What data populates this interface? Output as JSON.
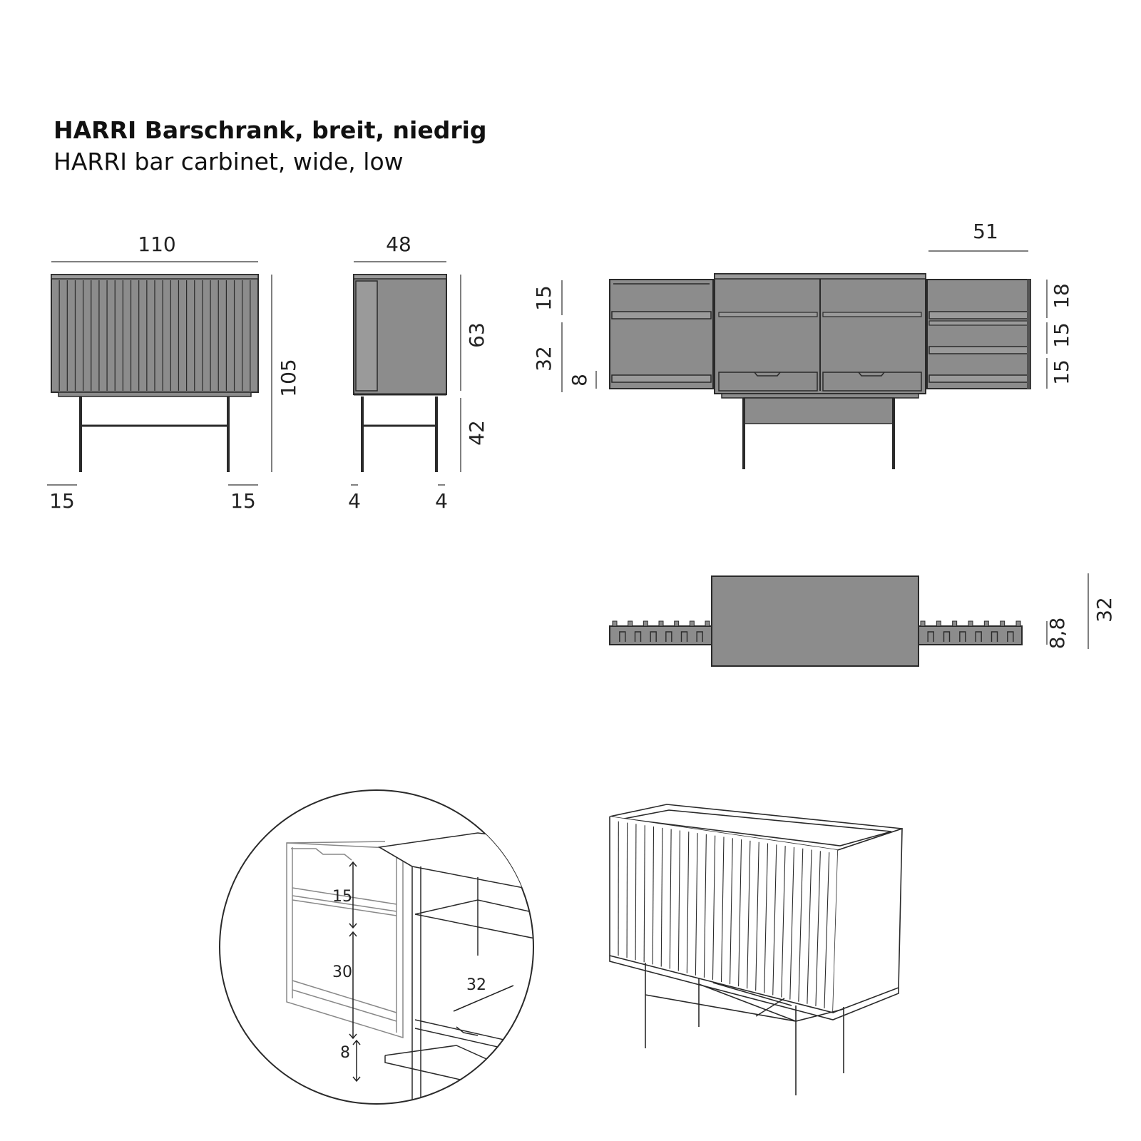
{
  "header": {
    "title": "HARRI Barschrank, breit, niedrig",
    "subtitle": "HARRI bar carbinet, wide, low"
  },
  "colors": {
    "fill": "#8c8c8c",
    "stroke": "#2a2a2a",
    "line": "#555555"
  },
  "front_view": {
    "width": "110",
    "height": "105",
    "leg_left": "15",
    "leg_right": "15"
  },
  "side_view": {
    "depth": "48",
    "body_height": "63",
    "leg_height": "42",
    "leg_left": "4",
    "leg_right": "4"
  },
  "open_view": {
    "door_depth": "51",
    "left_upper": "15",
    "left_lower": "32",
    "left_bottom": "8",
    "right_top": "18",
    "right_mid": "15",
    "right_bottom": "15"
  },
  "top_view": {
    "rack_height": "8,8",
    "total_height": "32"
  },
  "detail_view": {
    "shelf_spacing": "15",
    "bottle_height": "30",
    "drawer_depth": "32",
    "drawer_height": "8"
  }
}
